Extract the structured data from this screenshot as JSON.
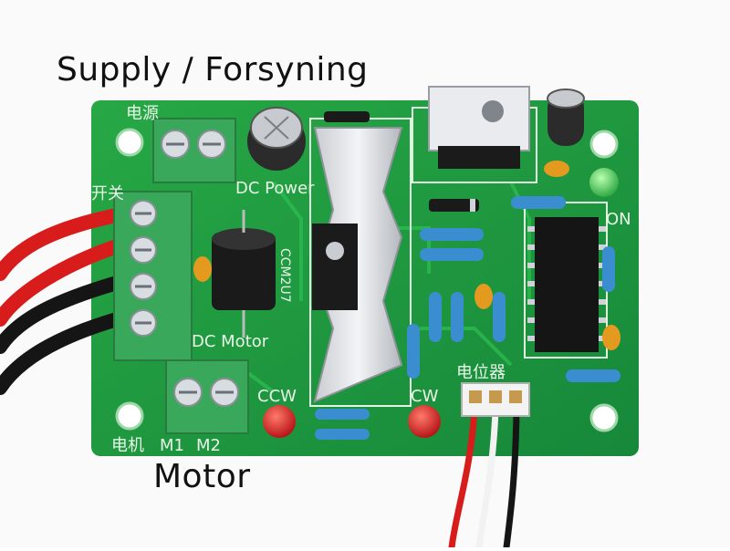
{
  "captions": {
    "supply": "Supply / Forsyning",
    "motor": "Motor"
  },
  "board_labels": {
    "power_cn": "电源",
    "switch_cn": "开关",
    "dc_power": "DC Power",
    "dc_motor": "DC Motor",
    "motor_cn": "电机",
    "m1": "M1",
    "m2": "M2",
    "ccw": "CCW",
    "cw": "CW",
    "pot_cn": "电位器",
    "on": "ON",
    "ccm": "CCM2U7"
  },
  "colors": {
    "pcb": "#1f9a3c",
    "terminal": "#3aa85a",
    "led_red": "#d4161b",
    "led_green": "#3fcf4f",
    "wire_red": "#d81c1c",
    "wire_black": "#151515"
  }
}
